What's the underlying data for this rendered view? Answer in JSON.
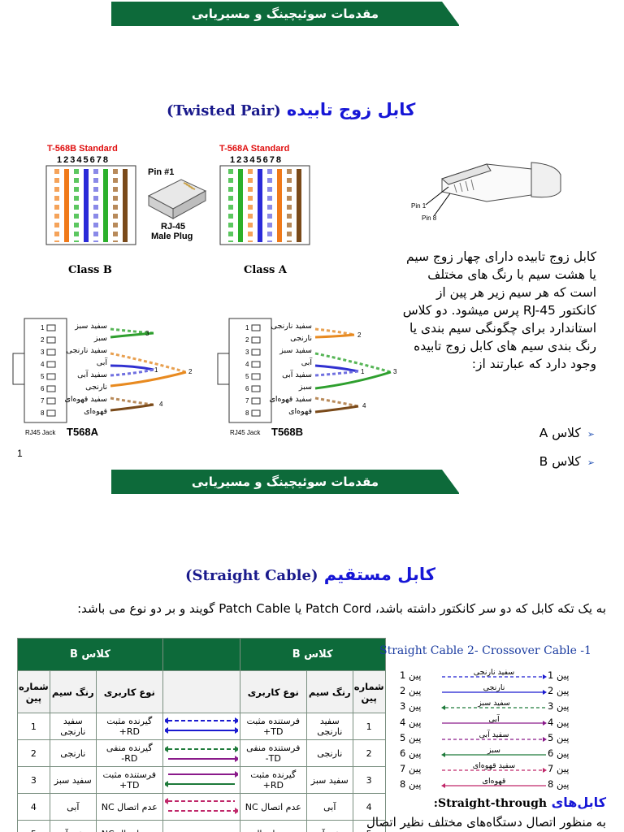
{
  "slide1": {
    "banner": "مقدمات سوئیچینگ و مسیریابی",
    "title_fa": "کابل زوج تابیده",
    "title_en": "(Twisted Pair)",
    "diagram_b": {
      "standard": "T-568B Standard",
      "pins": "12345678",
      "caption": "Class B"
    },
    "diagram_a": {
      "standard": "T-568A Standard",
      "pins": "12345678",
      "caption": "Class A"
    },
    "plug": {
      "pin_label": "Pin #1",
      "name": "RJ-45",
      "sub": "Male Plug"
    },
    "connector": {
      "pin1": "Pin 1",
      "pin8": "Pin 8"
    },
    "paragraph": "کابل زوج تابیده دارای چهار زوج سیم یا هشت سیم با رنگ های مختلف است که هر سیم زیر هر پین از کانکتور RJ-45 پرس میشود. دو کلاس استاندارد برای چگونگی سیم بندی یا رنگ بندی سیم های کابل زوج تابیده وجود دارد که عبارتند از:",
    "bullets": [
      "کلاس A",
      "کلاس B"
    ],
    "jack_left": {
      "label": "RJ45 Jack",
      "name": "T568A",
      "wires": [
        "سفید سبز",
        "سبز",
        "سفید نارنجی",
        "آبی",
        "سفید آبی",
        "نارنجی",
        "سفید قهوه‌ای",
        "قهوه‌ای"
      ],
      "pair_nums": [
        "3",
        "2",
        "1",
        "4"
      ]
    },
    "jack_right": {
      "label": "RJ45 Jack",
      "name": "T568B",
      "wires": [
        "سفید نارنجی",
        "نارنجی",
        "سفید سبز",
        "آبی",
        "سفید آبی",
        "سبز",
        "سفید قهوه‌ای",
        "قهوه‌ای"
      ],
      "pair_nums": [
        "2",
        "3",
        "1",
        "4"
      ]
    },
    "page_number": "1"
  },
  "slide2": {
    "banner": "مقدمات سوئیچینگ و مسیریابی",
    "title_fa": "کابل مستقیم",
    "title_en": "(Straight Cable)",
    "paragraph": "به یک تکه کابل که دو سر کانکتور داشته باشد، Patch Cord یا Patch Cable گویند و بر دو نوع می باشد:",
    "table": {
      "class_header": "کلاس B",
      "cols": [
        "شماره پین",
        "رنگ سیم",
        "نوع کاربری"
      ],
      "rows": [
        {
          "num": "1",
          "color": "سفید نارنجی",
          "use": "فرستنده مثبت TD+",
          "use_r": "گیرنده مثبت RD+"
        },
        {
          "num": "2",
          "color": "نارنجی",
          "use": "فرستنده منفی TD-",
          "use_r": "گیرنده منفی RD-"
        },
        {
          "num": "3",
          "color": "سفید سبز",
          "use": "گیرنده مثبت RD+",
          "use_r": "فرستنده مثبت TD+"
        },
        {
          "num": "4",
          "color": "آبی",
          "use": "عدم اتصال NC",
          "use_r": "عدم اتصال NC"
        },
        {
          "num": "5",
          "color": "سفید آبی",
          "use": "عدم اتصال",
          "use_r": "عدم اتصال NC"
        }
      ]
    },
    "list_title": "Straight Cable   2- Crossover Cable -1",
    "pins": {
      "left": [
        "پین 1",
        "پین 2",
        "پین 3",
        "پین 4",
        "پین 5",
        "پین 6",
        "پین 7",
        "پین 8"
      ],
      "right": [
        "پین 1",
        "پین 2",
        "پین 3",
        "پین 4",
        "پین 5",
        "پین 6",
        "پین 7",
        "پین 8"
      ],
      "colors": [
        "سفید نارنجی",
        "نارنجی",
        "سفید سبز",
        "آبی",
        "سفید آبی",
        "سبز",
        "سفید قهوه‌ای",
        "قهوه‌ای"
      ]
    },
    "subtitle_fa": "کابل‌های",
    "subtitle_en": "Straight-through:",
    "last_line": "به منظور اتصال دستگاه‌های مختلف نظیر اتصال"
  }
}
